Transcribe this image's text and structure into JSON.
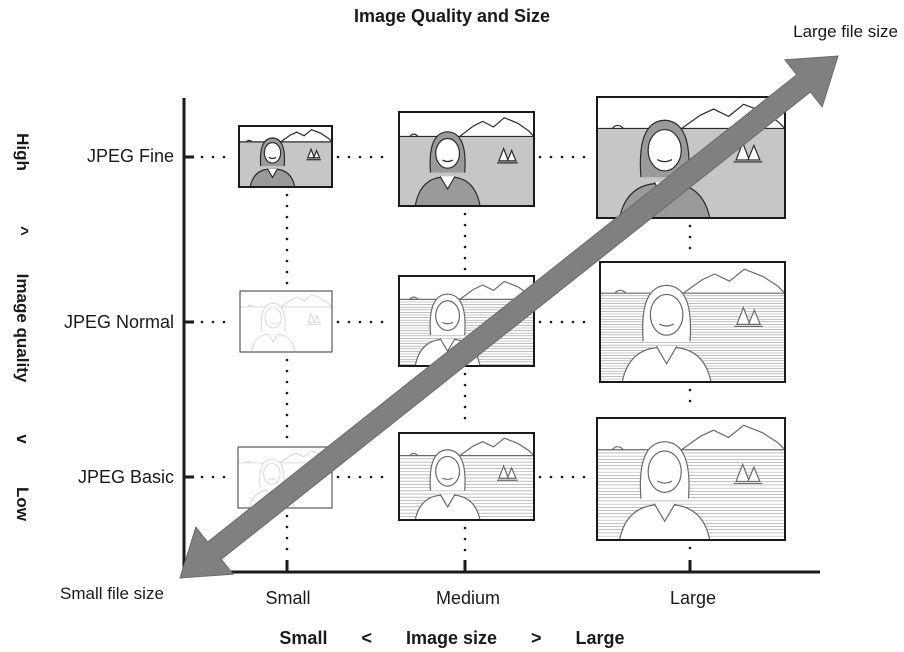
{
  "title": "Image Quality and Size",
  "file_size": {
    "large_label": "Large file size",
    "small_label": "Small file size"
  },
  "x_axis": {
    "columns": [
      "Small",
      "Medium",
      "Large"
    ],
    "title_parts": [
      "Small",
      "<",
      "Image size",
      ">",
      "Large"
    ]
  },
  "y_axis": {
    "rows": [
      "JPEG Fine",
      "JPEG Normal",
      "JPEG Basic"
    ],
    "title_parts": [
      "High",
      "^",
      "Image quality",
      "v",
      "Low"
    ]
  },
  "thumbnails": [
    {
      "quality": "JPEG Fine",
      "size": "Small",
      "level": "fine"
    },
    {
      "quality": "JPEG Fine",
      "size": "Medium",
      "level": "fine"
    },
    {
      "quality": "JPEG Fine",
      "size": "Large",
      "level": "fine"
    },
    {
      "quality": "JPEG Normal",
      "size": "Small",
      "level": "faint"
    },
    {
      "quality": "JPEG Normal",
      "size": "Medium",
      "level": "normal"
    },
    {
      "quality": "JPEG Normal",
      "size": "Large",
      "level": "normal"
    },
    {
      "quality": "JPEG Basic",
      "size": "Small",
      "level": "faint"
    },
    {
      "quality": "JPEG Basic",
      "size": "Medium",
      "level": "basic"
    },
    {
      "quality": "JPEG Basic",
      "size": "Large",
      "level": "basic"
    }
  ],
  "colors": {
    "arrow": "#808080",
    "frame": "#1a1a1a",
    "fine_background": "#c6c6c6"
  }
}
